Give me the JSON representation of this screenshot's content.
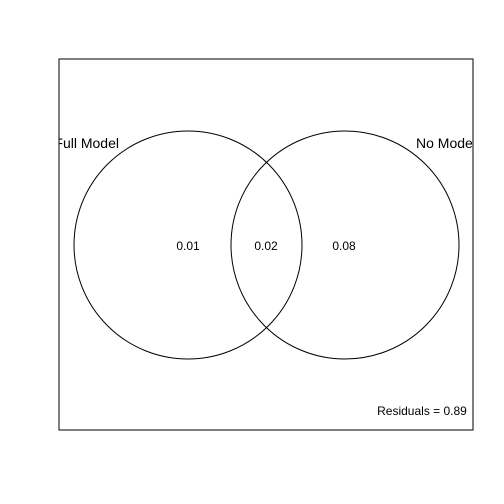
{
  "diagram": {
    "type": "venn",
    "sets": [
      {
        "name": "Full Model",
        "unique_fraction": 0.01
      },
      {
        "name": "No Model",
        "unique_fraction": 0.08
      }
    ],
    "intersection_fraction": 0.02,
    "labels": {
      "set_a": "Full Model",
      "set_b": "No Model",
      "only_a": "0.01",
      "shared": "0.02",
      "only_b": "0.08",
      "residuals": "Residuals = 0.89"
    }
  }
}
